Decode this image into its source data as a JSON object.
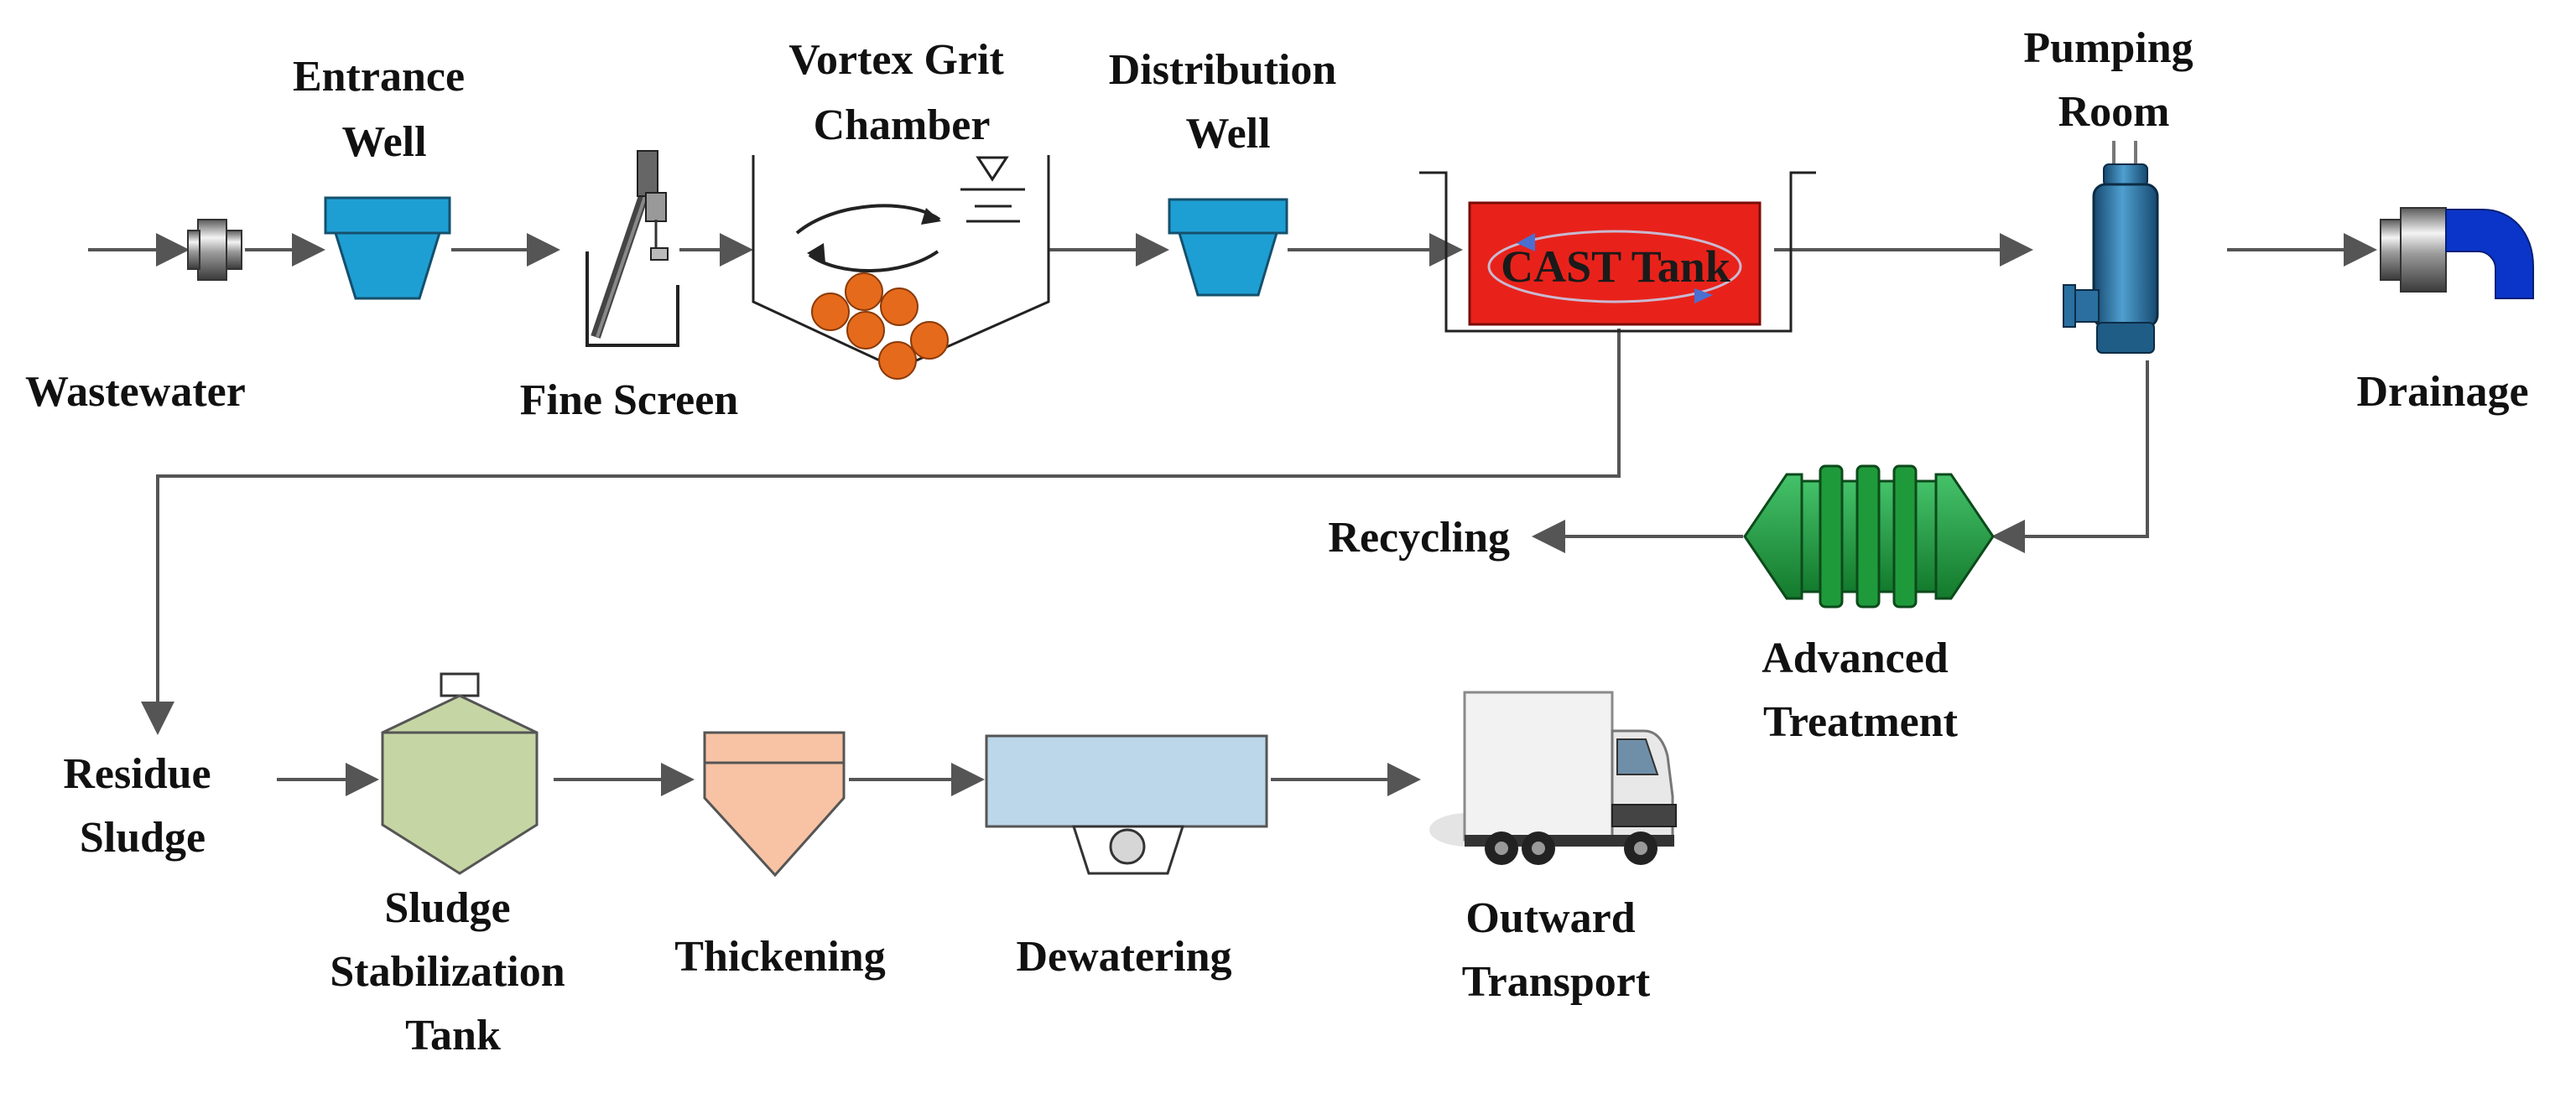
{
  "nodes": {
    "wastewater": "Wastewater",
    "entrance_well": [
      "Entrance",
      "Well"
    ],
    "fine_screen": "Fine Screen",
    "vortex_grit_chamber": [
      "Vortex Grit",
      "Chamber"
    ],
    "distribution_well": [
      "Distribution",
      "Well"
    ],
    "cast_tank": "CAST Tank",
    "pumping_room": [
      "Pumping",
      "Room"
    ],
    "drainage": "Drainage",
    "recycling": "Recycling",
    "advanced_treatment": [
      "Advanced",
      "Treatment"
    ],
    "residue_sludge": [
      "Residue",
      "Sludge"
    ],
    "sludge_stabilization_tank": [
      "Sludge",
      "Stabilization",
      "Tank"
    ],
    "thickening": "Thickening",
    "dewatering": "Dewatering",
    "outward_transport": [
      "Outward",
      "Transport"
    ]
  },
  "icons": {
    "pipe_fitting": "pipe-connector-icon",
    "well": "trapezoid-well-icon",
    "screen": "fine-screen-icon",
    "grit_chamber": "vortex-chamber-icon",
    "cast_tank": "reactor-tank-icon",
    "pump": "submersible-pump-icon",
    "outlet": "outlet-elbow-icon",
    "filter": "membrane-filter-icon",
    "stabilizer": "stabilization-tank-icon",
    "thickener": "thickener-hopper-icon",
    "press": "dewatering-press-icon",
    "truck": "truck-icon"
  },
  "colors": {
    "well": "#1e9fd4",
    "cast_tank": "#e8221a",
    "pump": "#2a6fa0",
    "outlet": "#0b35c8",
    "filter": "#1f9a3a",
    "stabilizer": "#c6d5a4",
    "thickener": "#f7c3a4",
    "press": "#bcd6ea",
    "grit": "#e66a1c"
  }
}
